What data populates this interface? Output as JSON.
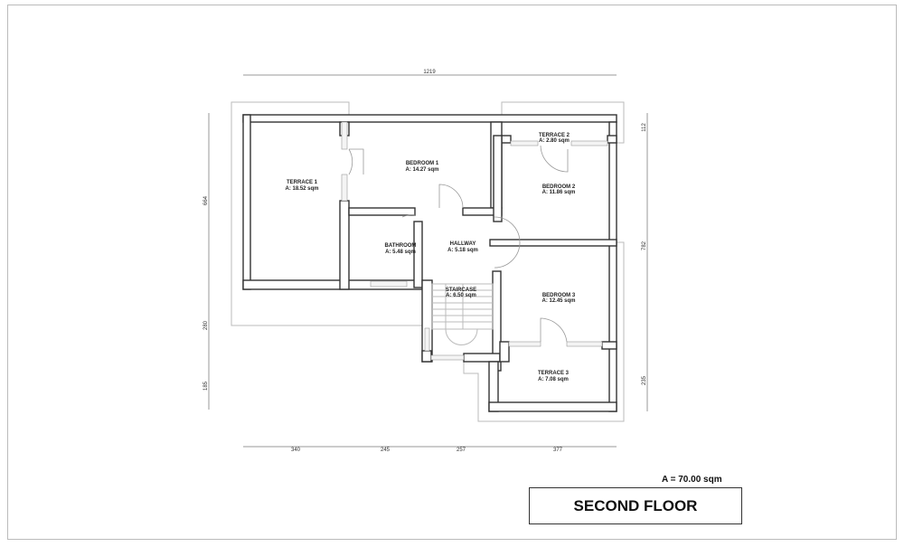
{
  "rooms": [
    {
      "name": "TERRACE 1",
      "area": "A: 18.52 sqm"
    },
    {
      "name": "BEDROOM 1",
      "area": "A: 14.27 sqm"
    },
    {
      "name": "TERRACE 2",
      "area": "A: 2.80 sqm"
    },
    {
      "name": "BEDROOM 2",
      "area": "A: 11.86 sqm"
    },
    {
      "name": "BATHROOM",
      "area": "A: 5.48 sqm"
    },
    {
      "name": "HALLWAY",
      "area": "A: 5.18 sqm"
    },
    {
      "name": "STAIRCASE",
      "area": "A: 6.50 sqm"
    },
    {
      "name": "BEDROOM 3",
      "area": "A: 12.45 sqm"
    },
    {
      "name": "TERRACE 3",
      "area": "A: 7.08 sqm"
    }
  ],
  "dimensions": {
    "top": "1219",
    "bottom": [
      "340",
      "245",
      "257",
      "377"
    ],
    "left": [
      "664",
      "280",
      "185"
    ],
    "right": [
      "112",
      "782",
      "235"
    ]
  },
  "total_area": "A = 70.00 sqm",
  "title": "SECOND FLOOR"
}
